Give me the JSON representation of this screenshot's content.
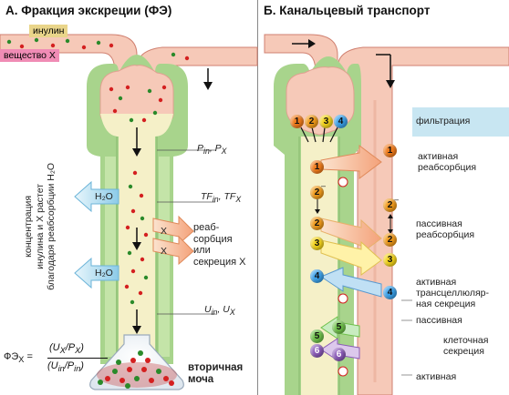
{
  "panel_a": {
    "title": "А. Фракция экскреции (ФЭ)",
    "inulin_label": "инулин",
    "substance_label": "вещество X",
    "p_label": "P",
    "p_in_sub": "in",
    "p_x_label": ", P",
    "p_x_sub": "X",
    "tf_label": "TF",
    "tf_in_sub": "in",
    "tf_x_label": ", TF",
    "tf_x_sub": "X",
    "h2o_top": "H₂O",
    "h2o_bottom": "H₂O",
    "x_top": "X",
    "x_bottom": "X",
    "reab_label": "реаб-\nсорбция\nили\nсекреция X",
    "u_label": "U",
    "u_in_sub": "in",
    "u_x_label": ", U",
    "u_x_sub": "X",
    "vertical_note": "концентрация\nинулина и X растет\nблагодаря реабсорбции H₂O",
    "formula_left": "ФЭ",
    "formula_sub": "X",
    "formula_eq": "=",
    "formula_num": "(U",
    "formula_num2": "X",
    "formula_num3": "/P",
    "formula_num4": "X",
    "formula_num5": ")",
    "formula_den": "(U",
    "formula_den2": "in",
    "formula_den3": "/P",
    "formula_den4": "in",
    "formula_den5": ")",
    "urine_label": "вторичная\nмоча"
  },
  "panel_b": {
    "title": "Б. Канальцевый транспорт",
    "filtration": "фильтрация",
    "active_reab": "активная\nреабсорбция",
    "passive_reab": "пассивная\nреабсорбция",
    "active_trans": "активная\nтрансцеллюляр-\nная секреция",
    "passive": "пассивная",
    "cellular_secr": "клеточная\nсекреция",
    "active": "активная",
    "ball_1": "1",
    "ball_2": "2",
    "ball_3": "3",
    "ball_4": "4",
    "ball_5": "5",
    "ball_6": "6",
    "minus": "–"
  },
  "colors": {
    "tubule_wall": "#a8d48c",
    "tubule_lumen": "#f5f0c8",
    "vessel": "#f6c9b8",
    "vessel_dark": "#e8a690",
    "ball1": "#f07a1a",
    "ball2": "#f09a1a",
    "ball3": "#f2d21a",
    "ball4": "#3aa0e8",
    "ball5": "#6ec04a",
    "ball6": "#8a5ab8",
    "arrow_blue": "#a8d8ee",
    "dot_red": "#d42020",
    "dot_green": "#2a8a2a"
  }
}
